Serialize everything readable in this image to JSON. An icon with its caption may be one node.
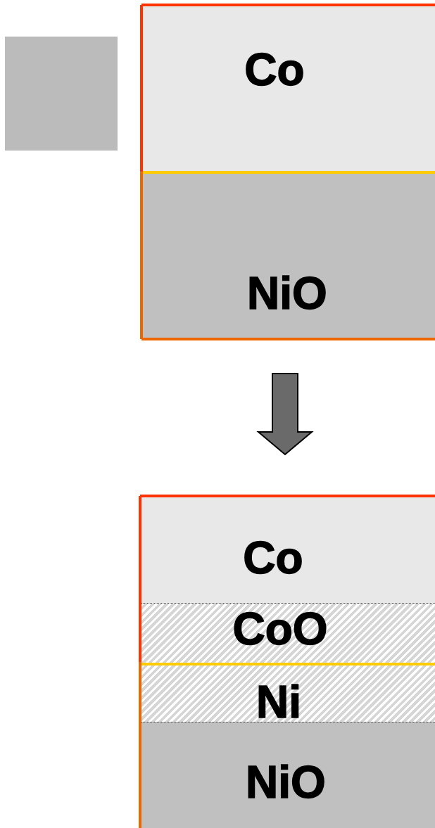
{
  "diagram": {
    "nodes": [
      {
        "text": [],
        "shape": "box"
      },
      {
        "text": [
          "Co"
        ]
      },
      {
        "text": [
          "NiO"
        ]
      },
      {
        "text": [
          "Co"
        ]
      },
      {
        "text": [
          "CoO"
        ]
      },
      {
        "text": [
          "Ni"
        ]
      },
      {
        "text": [
          "NiO"
        ]
      }
    ],
    "edges": [
      {
        "from": 2,
        "to": 3,
        "arrow": "to",
        "style": "thick"
      }
    ]
  }
}
